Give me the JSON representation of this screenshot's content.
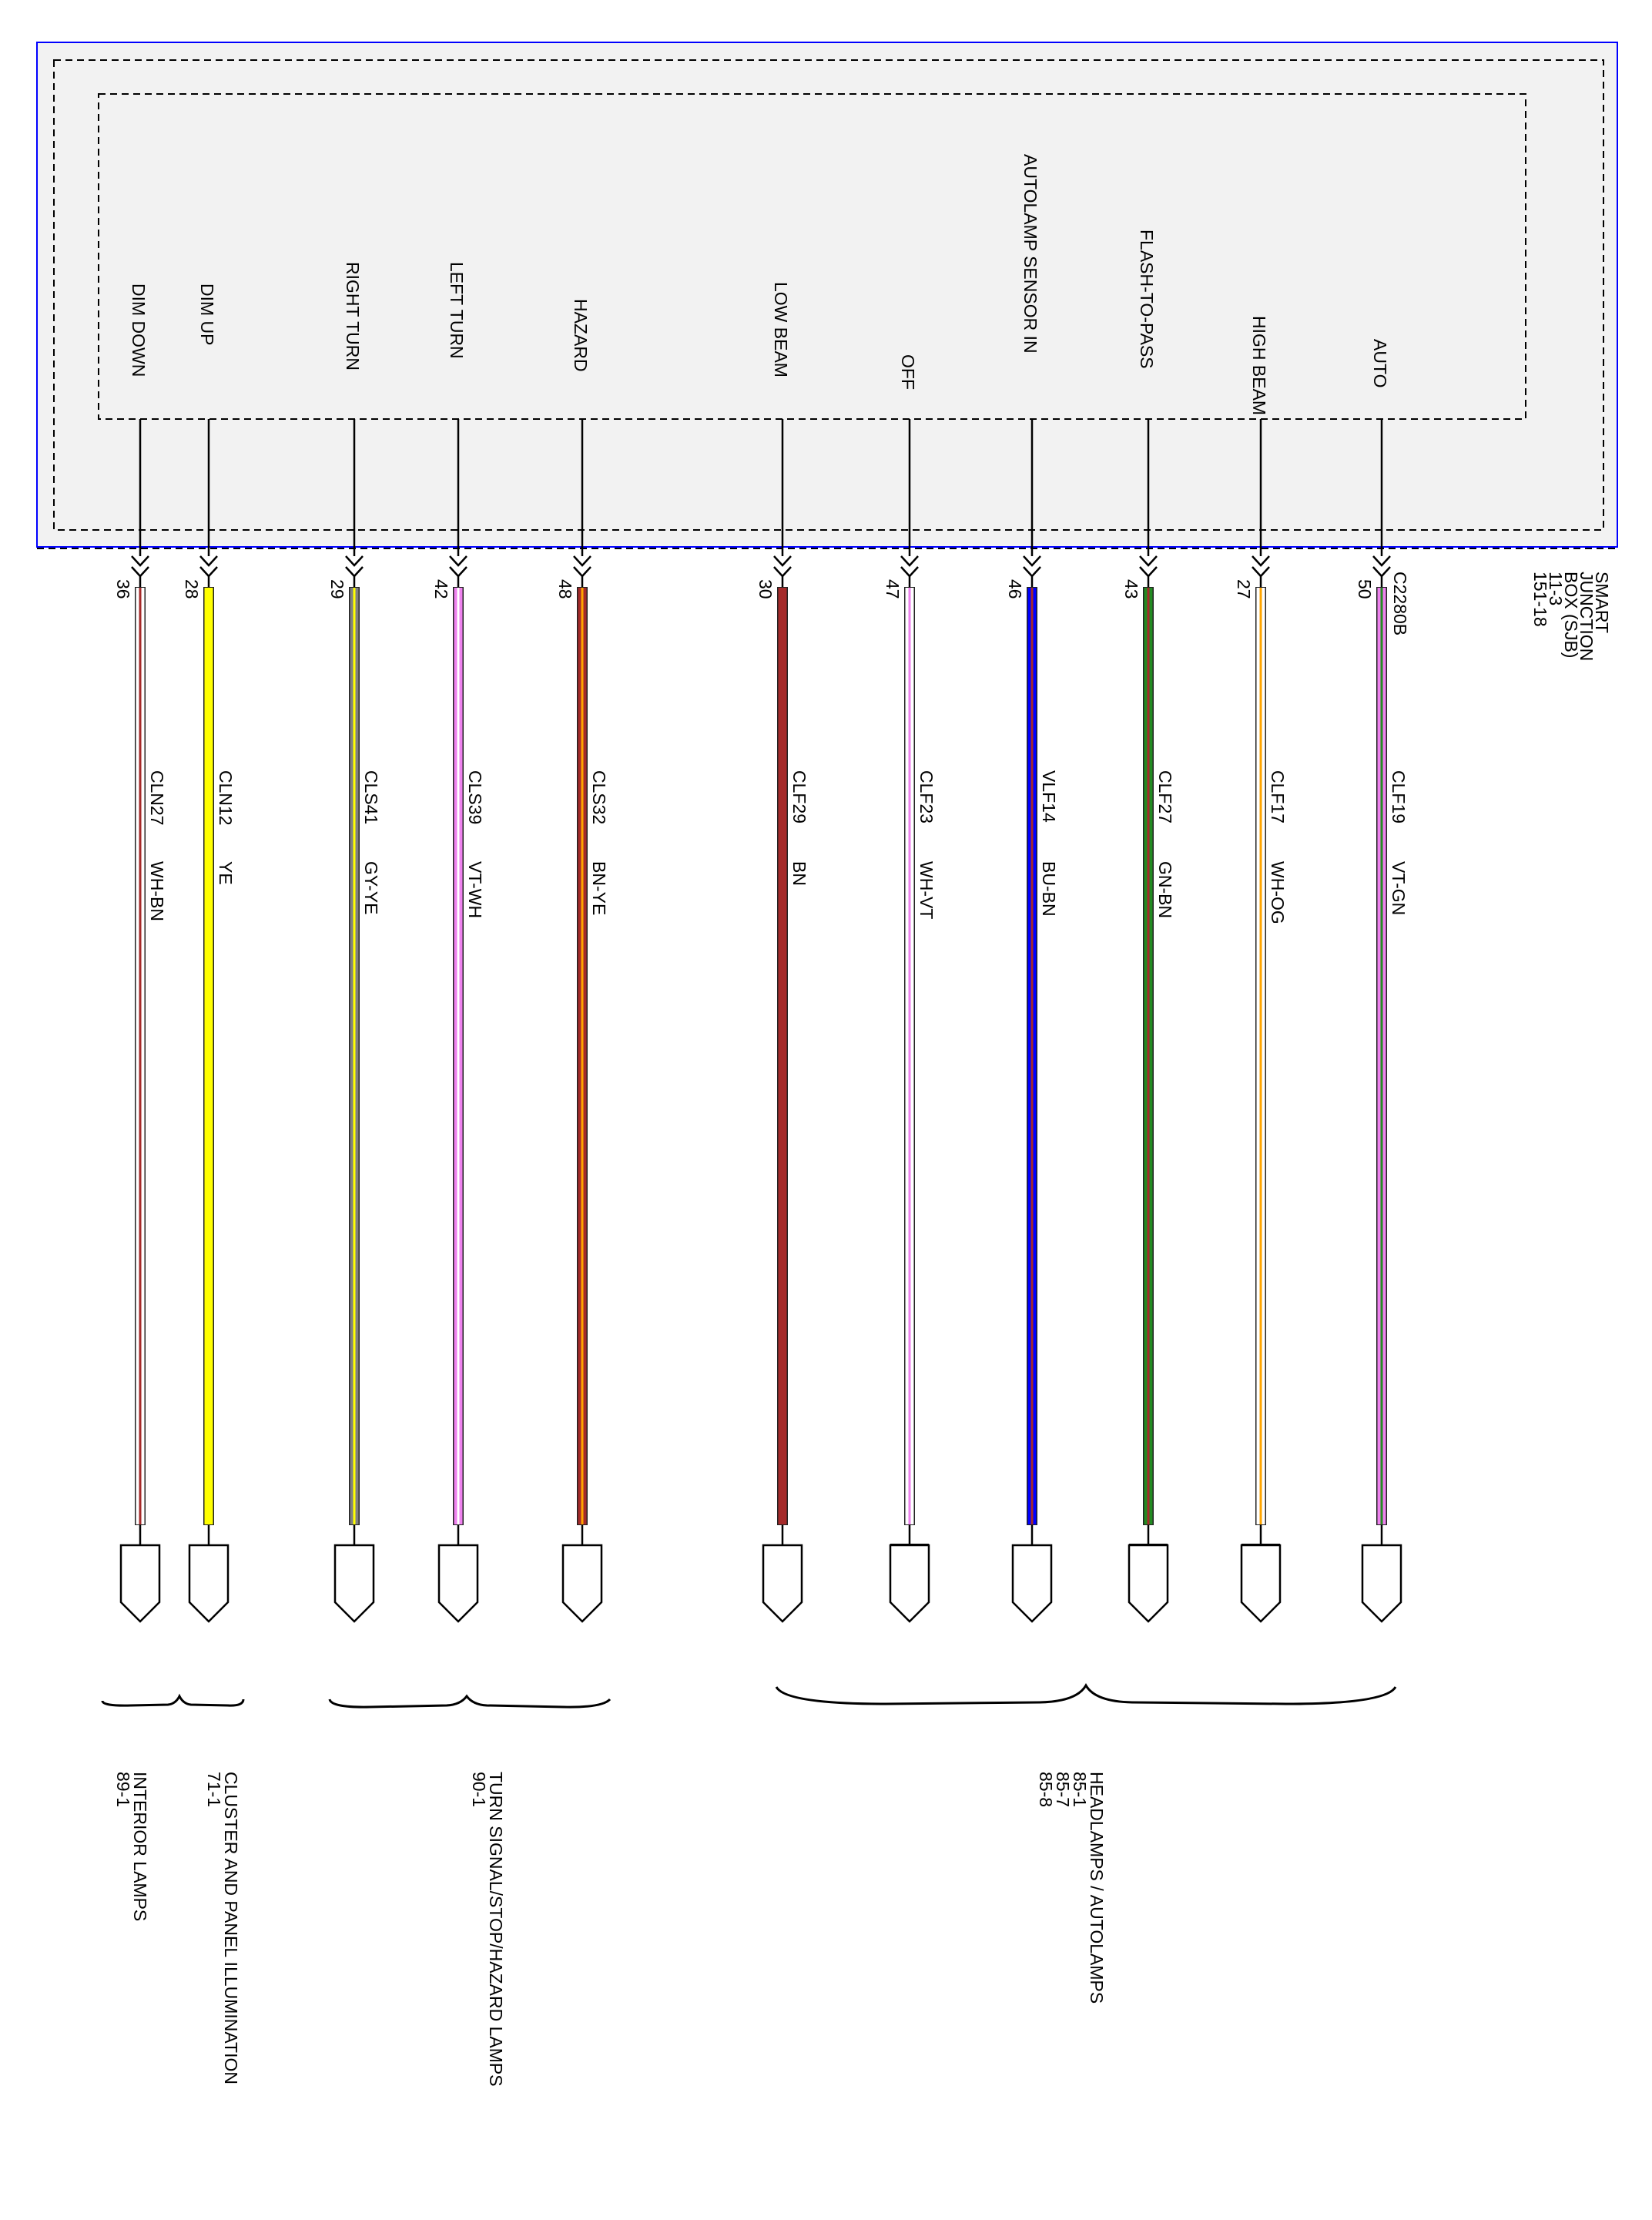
{
  "module": {
    "name_lines": [
      "SMART",
      "JUNCTION",
      "BOX (SJB)",
      "11-3",
      "151-18"
    ],
    "connector": "C2280B"
  },
  "wires": [
    {
      "function": "DIM DOWN",
      "pin": "36",
      "circuit": "CLN27",
      "color_code": "WH-BN",
      "base": "#ffffff",
      "stripe": "#a52a2a",
      "tip": "open"
    },
    {
      "function": "DIM UP",
      "pin": "28",
      "circuit": "CLN12",
      "color_code": "YE",
      "base": "#ffff00",
      "stripe": "#ffff00",
      "tip": "open"
    },
    {
      "function": "RIGHT TURN",
      "pin": "29",
      "circuit": "CLS41",
      "color_code": "GY-YE",
      "base": "#808080",
      "stripe": "#ffff00",
      "tip": "open"
    },
    {
      "function": "LEFT TURN",
      "pin": "42",
      "circuit": "CLS39",
      "color_code": "VT-WH",
      "base": "#ee82ee",
      "stripe": "#ffffff",
      "tip": "open"
    },
    {
      "function": "HAZARD",
      "pin": "48",
      "circuit": "CLS32",
      "color_code": "BN-YE",
      "base": "#a52a2a",
      "stripe": "#ffa500",
      "tip": "open"
    },
    {
      "function": "LOW BEAM",
      "pin": "30",
      "circuit": "CLF29",
      "color_code": "BN",
      "base": "#a52a2a",
      "stripe": "#a52a2a",
      "tip": "open"
    },
    {
      "function": "OFF",
      "pin": "47",
      "circuit": "CLF23",
      "color_code": "WH-VT",
      "base": "#ffffff",
      "stripe": "#ee82ee",
      "tip": "bar"
    },
    {
      "function": "AUTOLAMP SENSOR IN",
      "pin": "46",
      "circuit": "VLF14",
      "color_code": "BU-BN",
      "base": "#0000ff",
      "stripe": "#a52a2a",
      "tip": "open"
    },
    {
      "function": "FLASH-TO-PASS",
      "pin": "43",
      "circuit": "CLF27",
      "color_code": "GN-BN",
      "base": "#228b22",
      "stripe": "#a52a2a",
      "tip": "bar"
    },
    {
      "function": "HIGH BEAM",
      "pin": "27",
      "circuit": "CLF17",
      "color_code": "WH-OG",
      "base": "#ffffff",
      "stripe": "#ffa500",
      "tip": "bar"
    },
    {
      "function": "AUTO",
      "pin": "50",
      "circuit": "CLF19",
      "color_code": "VT-GN",
      "base": "#ee82ee",
      "stripe": "#228b22",
      "tip": "open"
    }
  ],
  "destinations": [
    {
      "lines": [
        "INTERIOR LAMPS",
        "89-1"
      ]
    },
    {
      "lines": [
        "CLUSTER AND PANEL ILLUMINATION",
        "71-1"
      ]
    },
    {
      "lines": [
        "TURN SIGNAL/STOP/HAZARD LAMPS",
        "90-1"
      ]
    },
    {
      "lines": [
        "HEADLAMPS / AUTOLAMPS",
        "85-1",
        "85-7",
        "85-8"
      ]
    }
  ],
  "colors": {
    "module_fill": "#f2f2f2",
    "module_border": "#0000ff",
    "line": "#000000",
    "bracket": "#000000"
  }
}
